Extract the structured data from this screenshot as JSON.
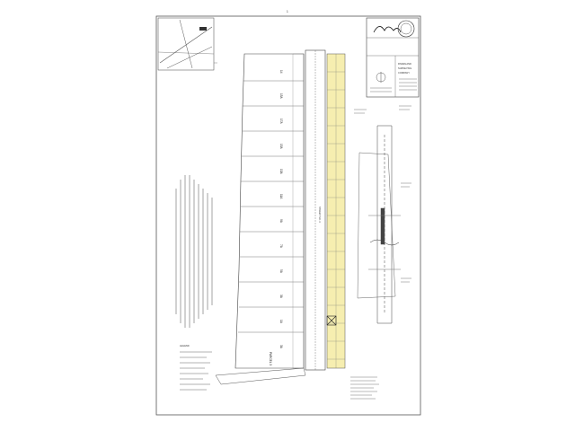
{
  "page": {
    "sheet_number": "1"
  },
  "title_block": {
    "signature": "John P. Jones",
    "company_line1": "RIVERLAND",
    "company_line2": "SURVEYING",
    "company_line3": "COMPANY"
  },
  "plat": {
    "parcel_label": "PARCEL 3",
    "street_label": "STREET NO. 3",
    "lot_labels": [
      "14",
      "15A",
      "17A",
      "15A",
      "13A",
      "11A",
      "9A",
      "7A",
      "5A",
      "3A",
      "1A",
      "3A"
    ]
  },
  "legend": {
    "heading": "LEGEND"
  },
  "colors": {
    "highlight": "#f2e58c",
    "ink": "#333333"
  }
}
